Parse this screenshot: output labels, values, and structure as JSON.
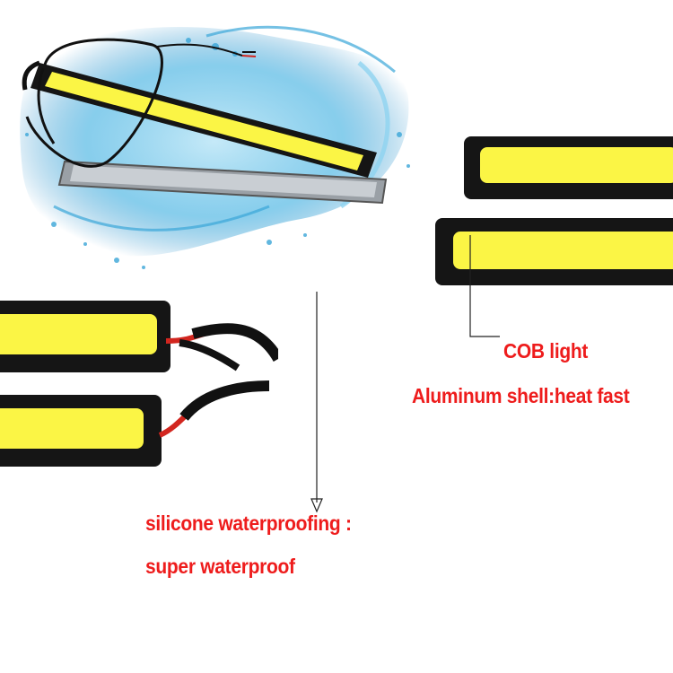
{
  "captions": {
    "cob_light": "COB light",
    "aluminum_shell": "Aluminum shell:heat fast",
    "silicone_waterproofing": "silicone waterproofing :",
    "super_waterproof": "super waterproof"
  },
  "colors": {
    "caption_text": "#ee1c1c",
    "led_yellow": "#fbf545",
    "housing_black": "#151515",
    "water_blue": "#3aa6d8",
    "wire_red": "#d2261f",
    "leader_line": "#222222"
  },
  "icons": {
    "hero": "cob-led-strip-water-splash",
    "side": "cob-led-strip-closeup",
    "bottom": "silicone-sealed-wire-closeup"
  }
}
